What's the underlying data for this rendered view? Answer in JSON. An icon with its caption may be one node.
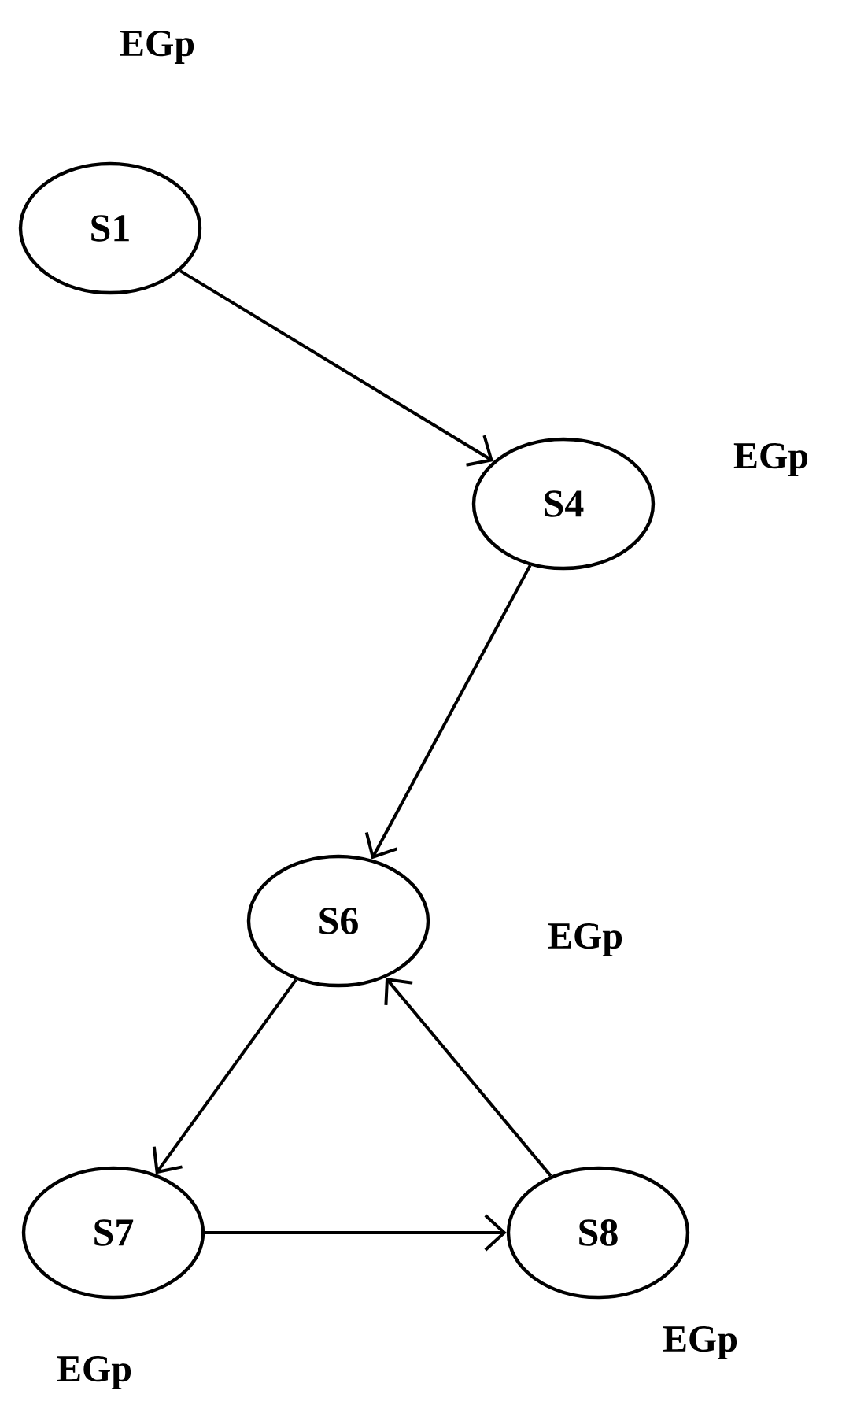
{
  "diagram": {
    "nodes": [
      {
        "text": [
          "S1"
        ],
        "beside": [
          "EGp"
        ]
      },
      {
        "text": [
          "S4"
        ],
        "beside": [
          "EGp"
        ]
      },
      {
        "text": [
          "S6"
        ],
        "beside": [
          "EGp"
        ]
      },
      {
        "text": [
          "S7"
        ],
        "beside": [
          "EGp"
        ]
      },
      {
        "text": [
          "S8"
        ],
        "beside": [
          "EGp"
        ]
      }
    ],
    "edges": [
      {
        "from": 0,
        "to": 1,
        "arrow": "to"
      },
      {
        "from": 1,
        "to": 2,
        "arrow": "to"
      },
      {
        "from": 2,
        "to": 3,
        "arrow": "to"
      },
      {
        "from": 3,
        "to": 4,
        "arrow": "to"
      },
      {
        "from": 4,
        "to": 2,
        "arrow": "to"
      }
    ]
  }
}
